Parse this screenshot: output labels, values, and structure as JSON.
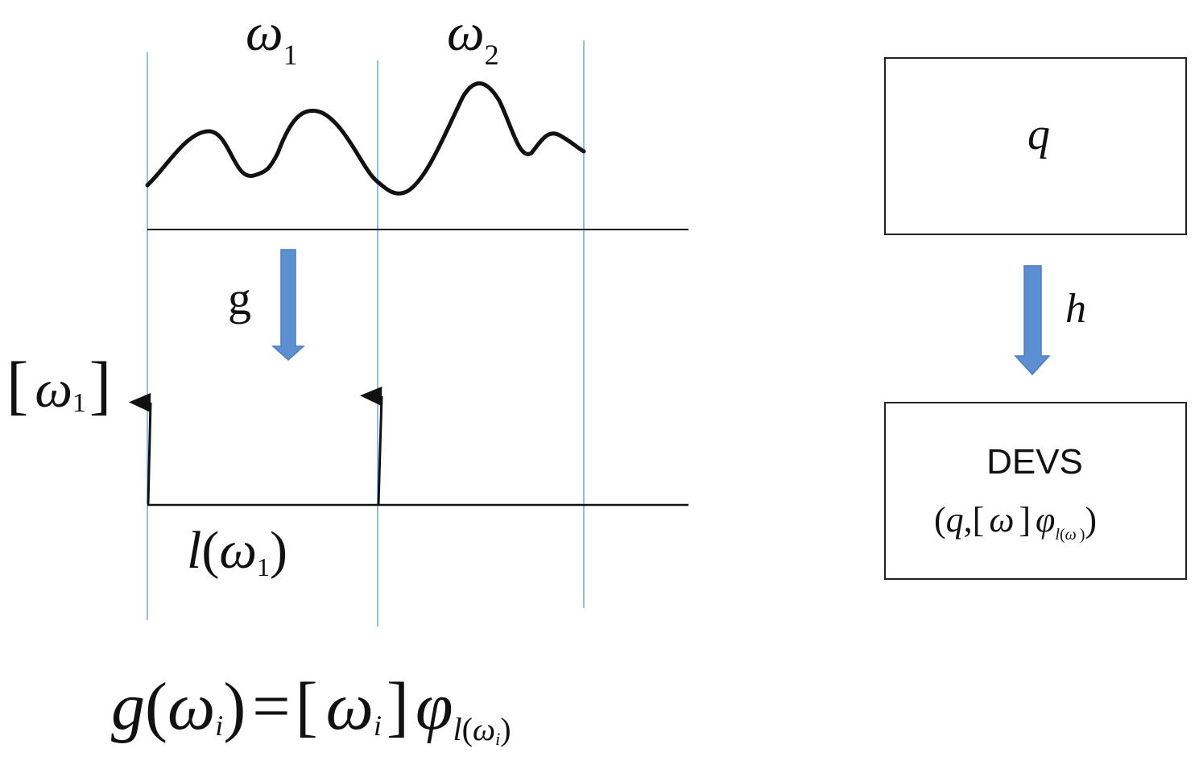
{
  "colors": {
    "divider": "#6fa8dc",
    "arrow_fill": "#5b8fd1",
    "arrow_edge": "#4a7fc0",
    "stroke": "#111111"
  },
  "signal": {
    "segment1_label": {
      "sym": "ω",
      "sub": "1"
    },
    "segment2_label": {
      "sym": "ω",
      "sub": "2"
    }
  },
  "mapping_g": {
    "label": "g"
  },
  "events": {
    "value_label": {
      "open": "[",
      "sym": "ω",
      "sub": "1",
      "close": "]"
    },
    "time_label": {
      "fn": "l",
      "open": "(",
      "sym": "ω",
      "sub": "1",
      "close": ")"
    }
  },
  "equation": {
    "lhs_fn": "g",
    "lhs_open": "(",
    "lhs_sym": "ω",
    "lhs_sub": "i",
    "lhs_close": ")",
    "eq": "=",
    "rhs_open": "[",
    "rhs_sym": "ω",
    "rhs_sub": "i",
    "rhs_close": "]",
    "phi": "φ",
    "phi_sub_fn": "l",
    "phi_sub_open": "(",
    "phi_sub_sym": "ω",
    "phi_sub_sub": "i",
    "phi_sub_close": ")"
  },
  "right_panel": {
    "top_box_label": "q",
    "mapping_h_label": "h",
    "bottom_box_title": "DEVS",
    "bottom_box_expr": {
      "open": "(",
      "q": "q",
      "comma": ",",
      "bopen": "[",
      "sym": "ω",
      "bclose": "]",
      "phi": "φ",
      "sub_fn": "l",
      "sub_open": "(",
      "sub_sym": "ω",
      "sub_close": ")",
      "close": ")"
    }
  }
}
